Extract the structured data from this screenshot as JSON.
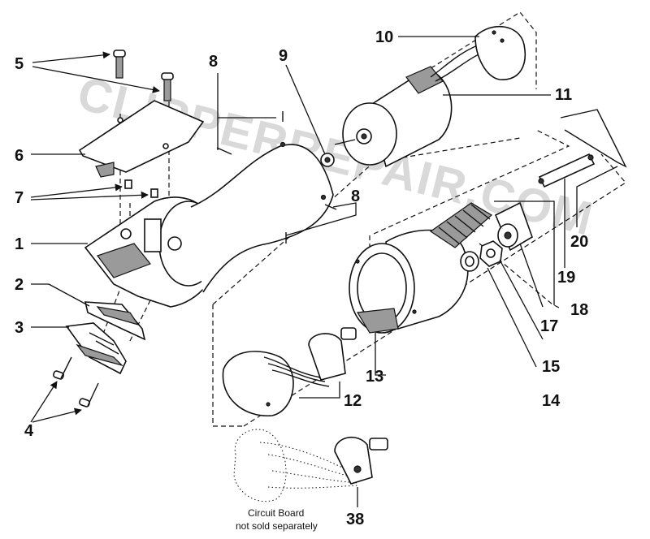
{
  "watermark": "CLIPPERREPAIR.COM",
  "callouts": {
    "c1": "1",
    "c2": "2",
    "c3": "3",
    "c4": "4",
    "c5": "5",
    "c6": "6",
    "c7": "7",
    "c8a": "8",
    "c8b": "8",
    "c9": "9",
    "c10": "10",
    "c11": "11",
    "c12": "12",
    "c13": "13",
    "c14": "14",
    "c15": "15",
    "c17": "17",
    "c18": "18",
    "c19": "19",
    "c20": "20",
    "c38": "38"
  },
  "note": {
    "line1": "Circuit Board",
    "line2": "not sold separately"
  }
}
